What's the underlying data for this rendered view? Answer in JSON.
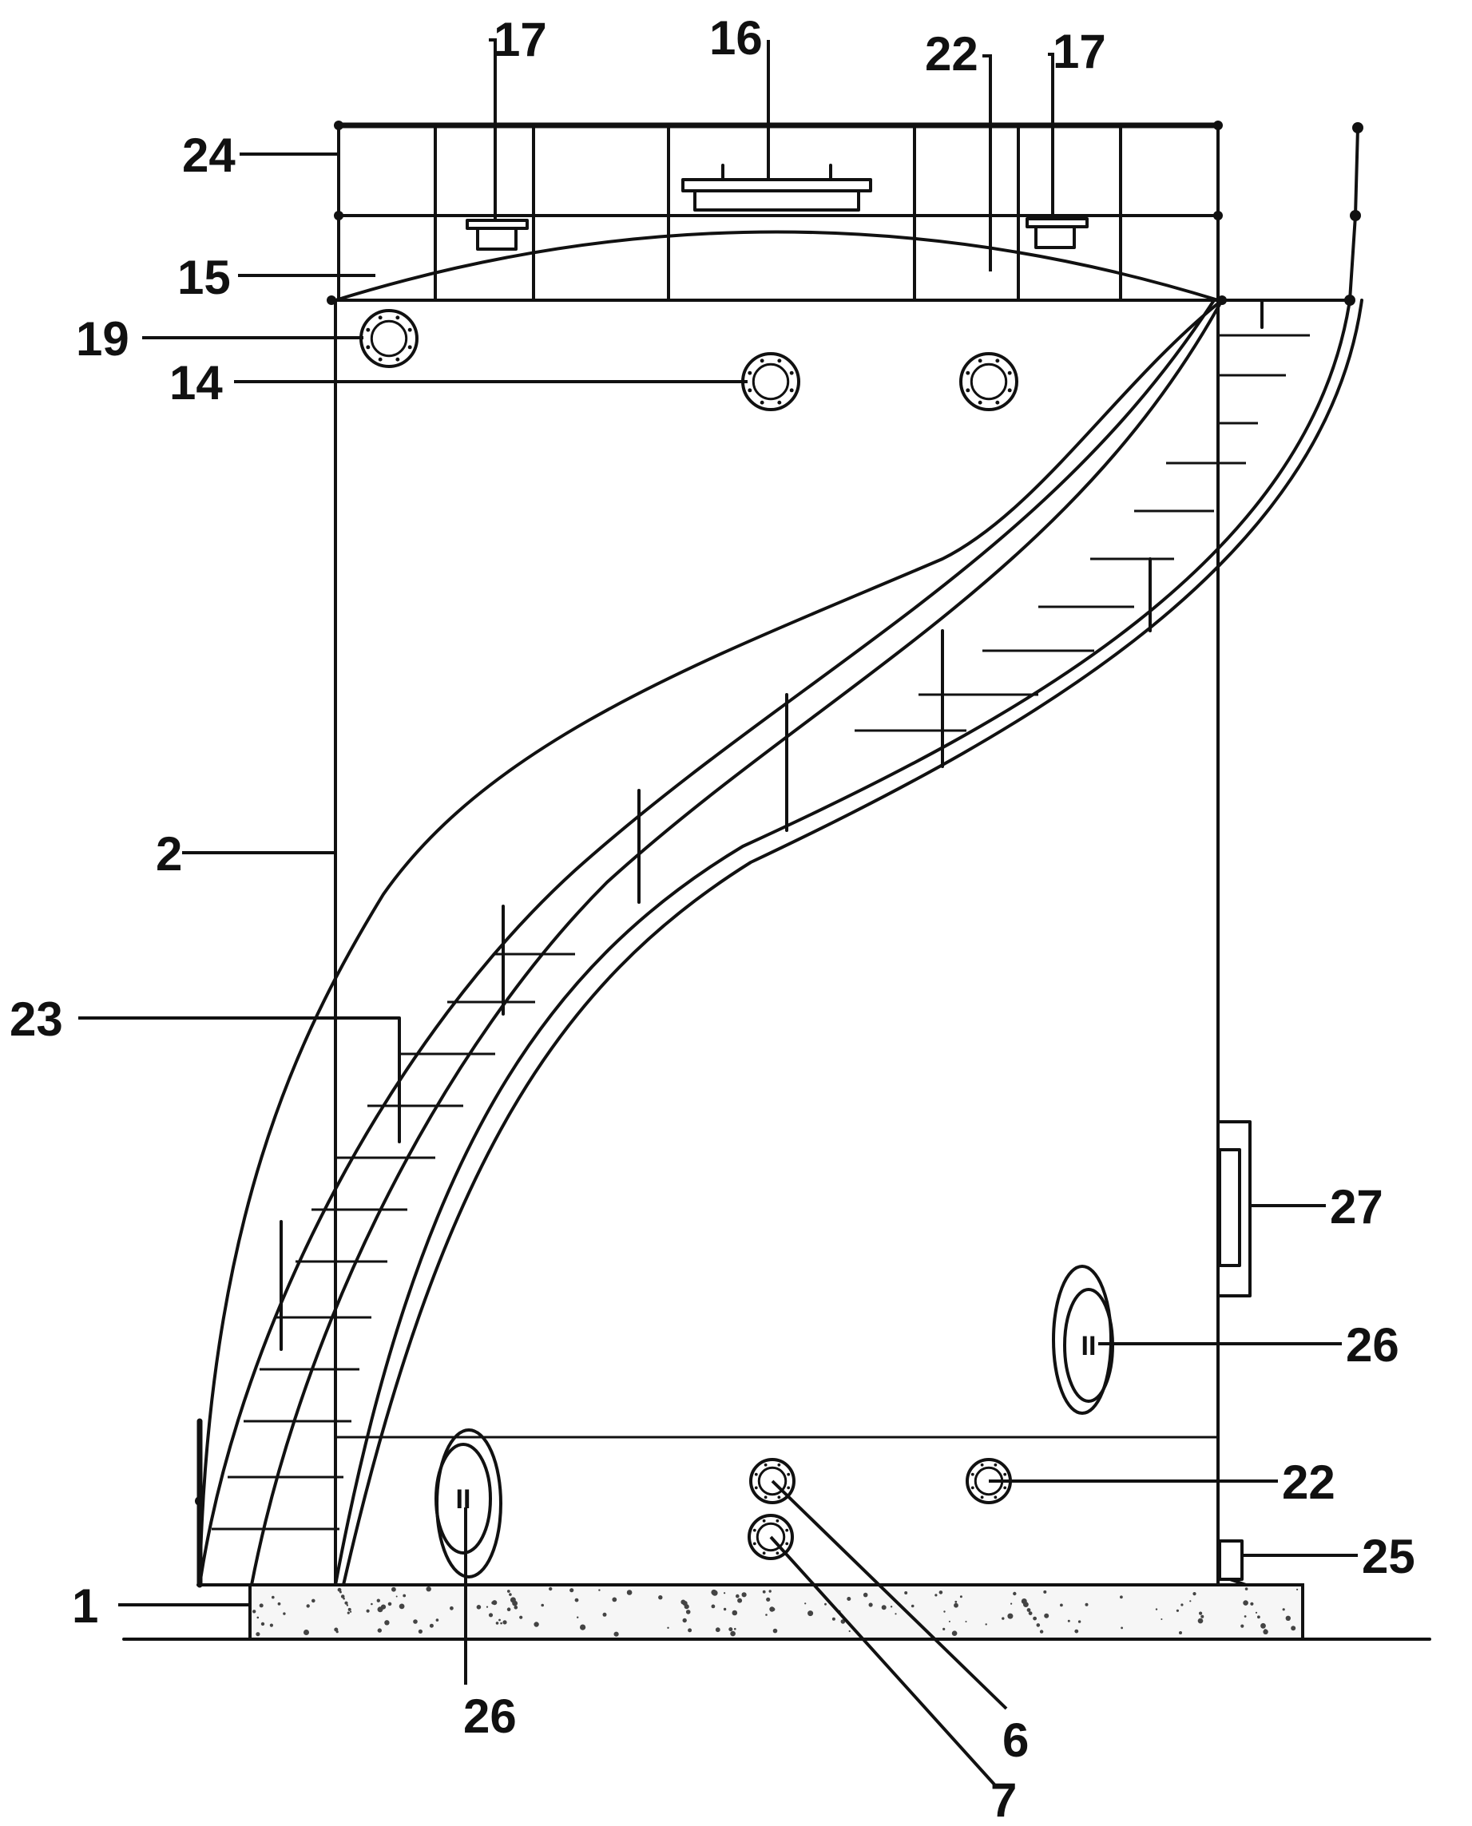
{
  "figure": {
    "labels": {
      "l1": "1",
      "l2": "2",
      "l6": "6",
      "l7": "7",
      "l14": "14",
      "l15": "15",
      "l16": "16",
      "l17a": "17",
      "l17b": "17",
      "l19": "19",
      "l22a": "22",
      "l22b": "22",
      "l23": "23",
      "l24": "24",
      "l25": "25",
      "l26a": "26",
      "l26b": "26",
      "l27": "27"
    },
    "manhole_mark": "II"
  }
}
